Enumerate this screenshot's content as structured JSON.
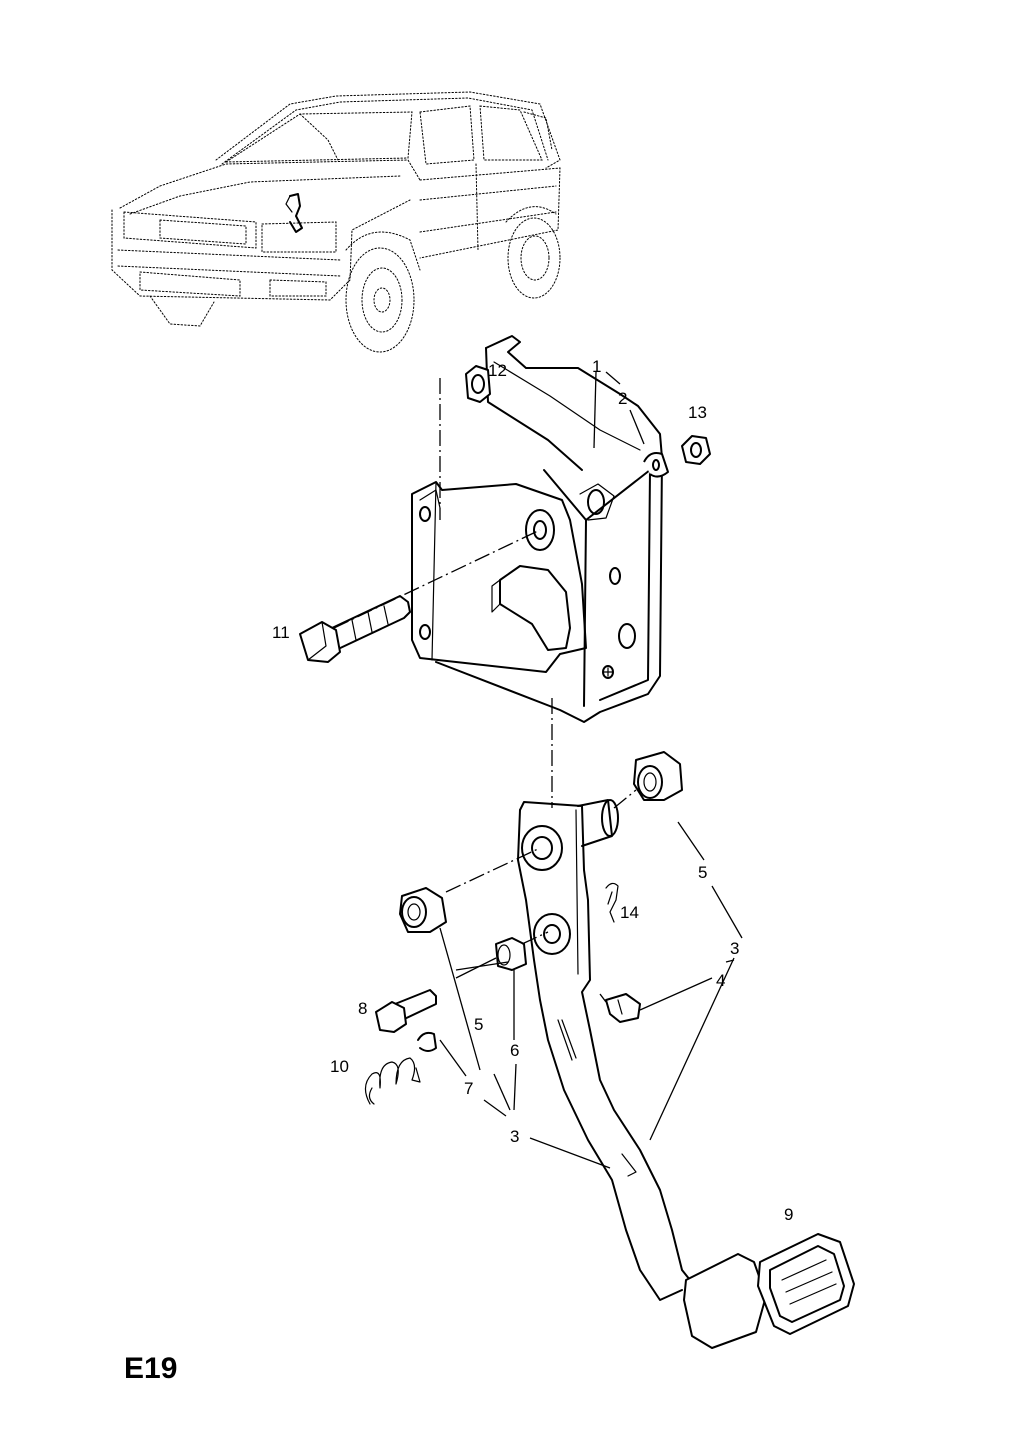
{
  "diagram": {
    "code": "E19",
    "callouts": {
      "c1": "1",
      "c2": "2",
      "c3a": "3",
      "c3b": "3",
      "c4": "4",
      "c5a": "5",
      "c5b": "5",
      "c6": "6",
      "c7": "7",
      "c8": "8",
      "c9": "9",
      "c10": "10",
      "c11": "11",
      "c12": "12",
      "c13": "13",
      "c14": "14"
    }
  }
}
